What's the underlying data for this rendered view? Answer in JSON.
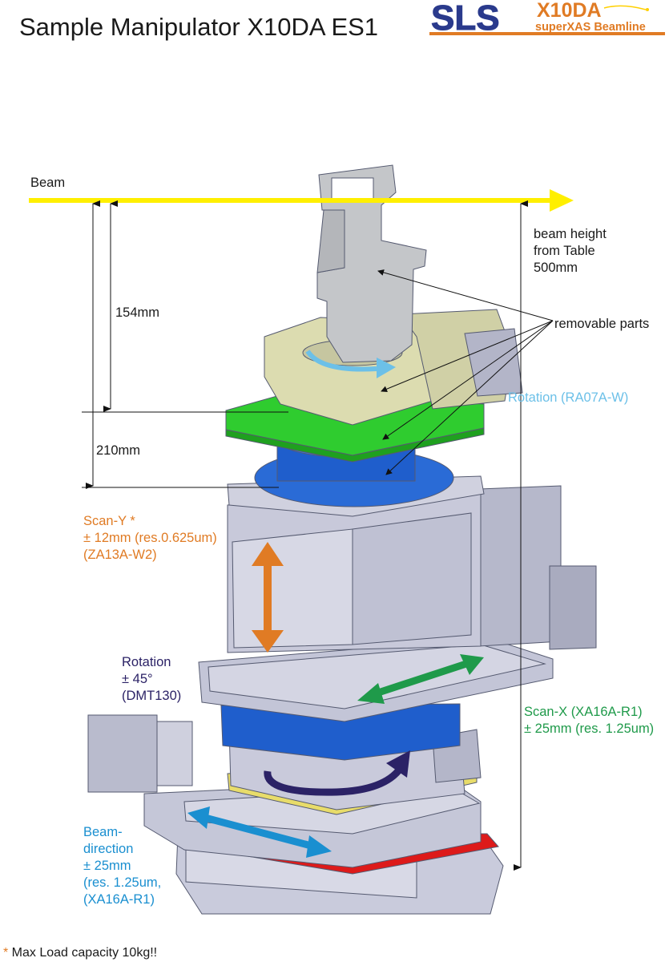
{
  "title": "Sample Manipulator X10DA ES1",
  "logo": {
    "sls": "SLS",
    "beamline_id": "X10DA",
    "beamline_name": "superXAS Beamline",
    "colors": {
      "sls": "#2a3a8c",
      "x10da": "#e07b24",
      "blue": "#1f3d99"
    }
  },
  "labels": {
    "beam": "Beam",
    "beam_height": [
      "beam height",
      "from Table",
      "500mm"
    ],
    "dim_154": "154mm",
    "dim_210": "210mm",
    "removable_parts": "removable parts",
    "rotation_top": "Rotation (RA07A-W)",
    "scan_y": [
      "Scan-Y *",
      "± 12mm (res.0.625um)",
      "(ZA13A-W2)"
    ],
    "rotation_45": [
      "Rotation",
      "± 45°",
      "(DMT130)"
    ],
    "scan_x": [
      "Scan-X (XA16A-R1)",
      "± 25mm (res. 1.25um)"
    ],
    "beam_direction": [
      "Beam-",
      "direction",
      "± 25mm",
      "(res. 1.25um,",
      "(XA16A-R1)"
    ]
  },
  "footnote": {
    "star": "*",
    "text": " Max Load capacity 10kg!!"
  },
  "colors": {
    "beam": "#ffef00",
    "orange": "#e07b24",
    "light_blue": "#6cc0e8",
    "navy": "#2b2266",
    "green": "#1f9a4a",
    "blue": "#1a8fd0",
    "stage_blue": "#1f5ecc",
    "green_plate": "#2fcc2f",
    "red_plate": "#dd1a1a",
    "machine_grey": "#c8c9d8",
    "cream": "#dcdcb0"
  }
}
